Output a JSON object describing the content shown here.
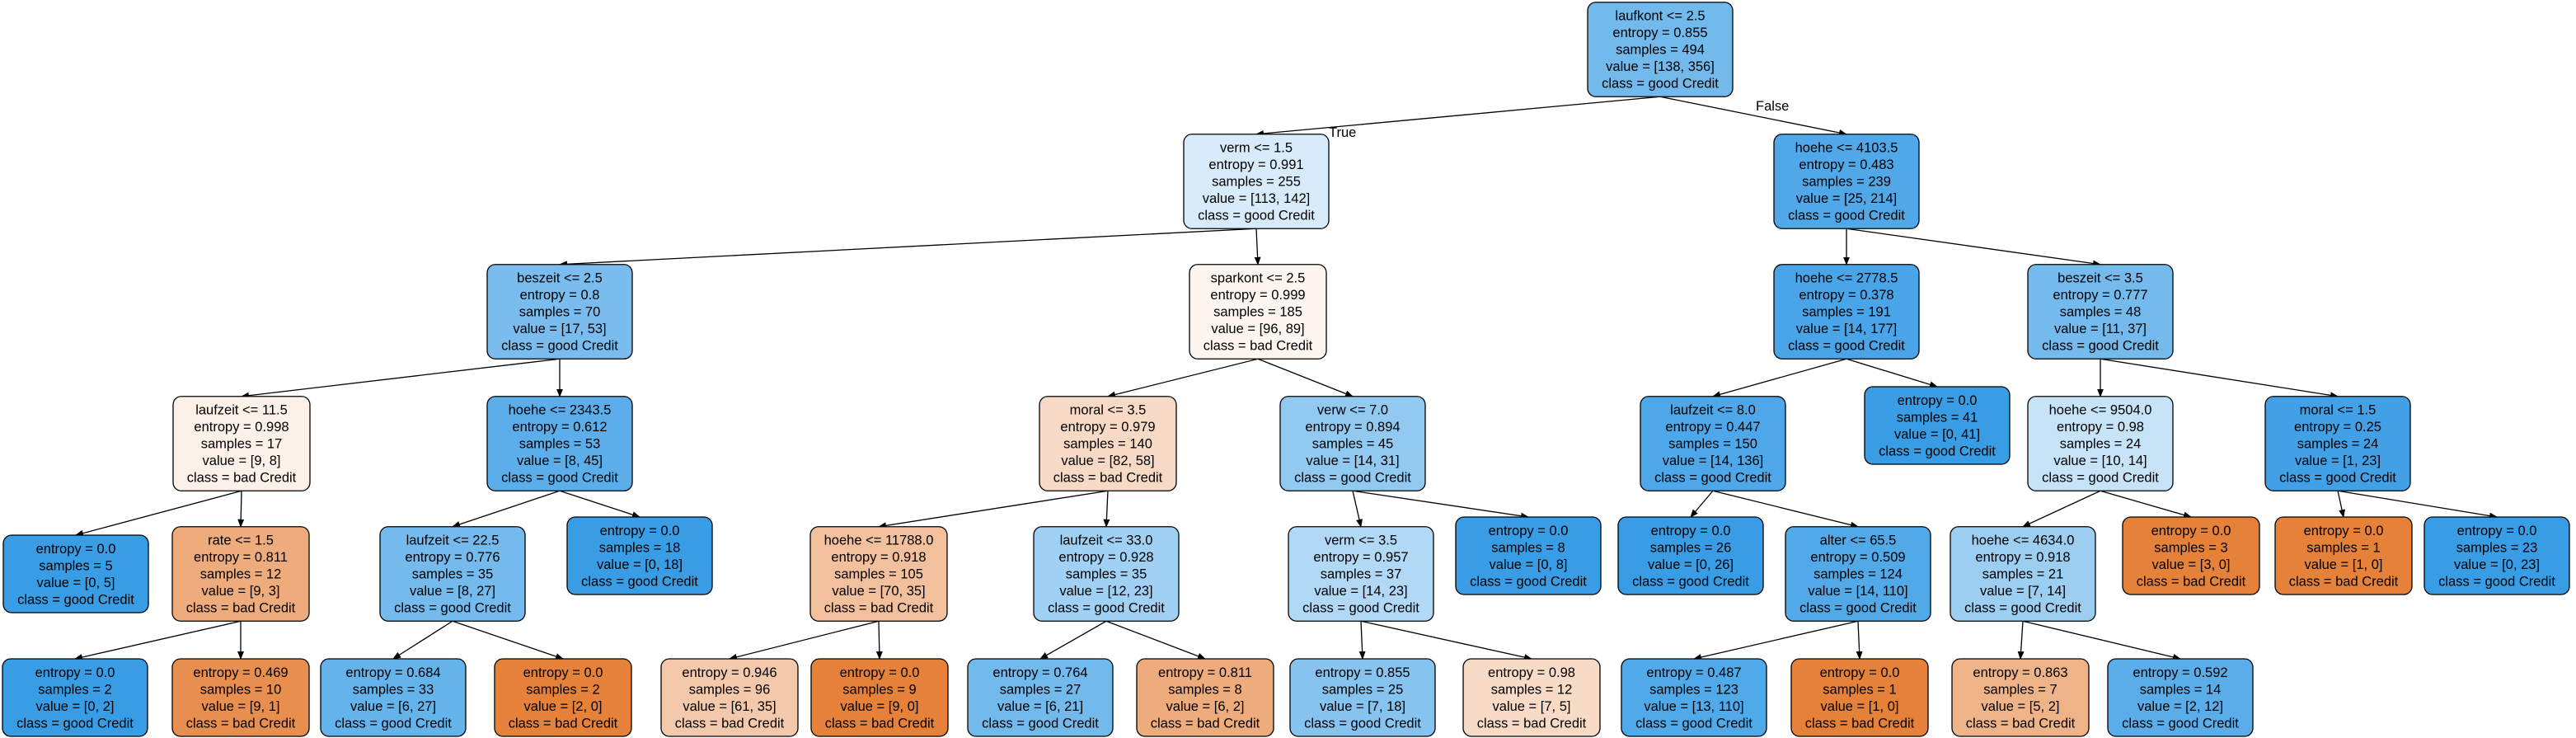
{
  "diagram": {
    "edge_labels": {
      "true_label": "True",
      "false_label": "False"
    },
    "nodes": [
      {
        "id": "n0",
        "lines": [
          "laufkont <= 2.5",
          "entropy = 0.855",
          "samples = 494",
          "value = [138, 356]",
          "class = good Credit"
        ],
        "fill": "#72b9ec"
      },
      {
        "id": "n1",
        "lines": [
          "verm <= 1.5",
          "entropy = 0.991",
          "samples = 255",
          "value = [113, 142]",
          "class = good Credit"
        ],
        "fill": "#d7ebfa"
      },
      {
        "id": "n2",
        "lines": [
          "hoehe <= 4103.5",
          "entropy = 0.483",
          "samples = 239",
          "value = [25, 214]",
          "class = good Credit"
        ],
        "fill": "#50a8e8"
      },
      {
        "id": "n3",
        "lines": [
          "beszeit <= 2.5",
          "entropy = 0.8",
          "samples = 70",
          "value = [17, 53]",
          "class = good Credit"
        ],
        "fill": "#79bced"
      },
      {
        "id": "n4",
        "lines": [
          "sparkont <= 2.5",
          "entropy = 0.999",
          "samples = 185",
          "value = [96, 89]",
          "class = bad Credit"
        ],
        "fill": "#fdf6f0"
      },
      {
        "id": "n5",
        "lines": [
          "hoehe <= 2778.5",
          "entropy = 0.378",
          "samples = 191",
          "value = [14, 177]",
          "class = good Credit"
        ],
        "fill": "#49a5e7"
      },
      {
        "id": "n6",
        "lines": [
          "beszeit <= 3.5",
          "entropy = 0.777",
          "samples = 48",
          "value = [11, 37]",
          "class = good Credit"
        ],
        "fill": "#74baed"
      },
      {
        "id": "n7",
        "lines": [
          "laufzeit <= 11.5",
          "entropy = 0.998",
          "samples = 17",
          "value = [9, 8]",
          "class = bad Credit"
        ],
        "fill": "#fcf1e9"
      },
      {
        "id": "n8",
        "lines": [
          "hoehe <= 2343.5",
          "entropy = 0.612",
          "samples = 53",
          "value = [8, 45]",
          "class = good Credit"
        ],
        "fill": "#5caeea"
      },
      {
        "id": "n9",
        "lines": [
          "moral <= 3.5",
          "entropy = 0.979",
          "samples = 140",
          "value = [82, 58]",
          "class = bad Credit"
        ],
        "fill": "#f7dac5"
      },
      {
        "id": "n10",
        "lines": [
          "verw <= 7.0",
          "entropy = 0.894",
          "samples = 45",
          "value = [14, 31]",
          "class = good Credit"
        ],
        "fill": "#92c9f1"
      },
      {
        "id": "n11",
        "lines": [
          "laufzeit <= 8.0",
          "entropy = 0.447",
          "samples = 150",
          "value = [14, 136]",
          "class = good Credit"
        ],
        "fill": "#4da7e8"
      },
      {
        "id": "n12",
        "lines": [
          "entropy = 0.0",
          "samples = 41",
          "value = [0, 41]",
          "class = good Credit"
        ],
        "fill": "#399de5"
      },
      {
        "id": "n13",
        "lines": [
          "hoehe <= 9504.0",
          "entropy = 0.98",
          "samples = 24",
          "value = [10, 14]",
          "class = good Credit"
        ],
        "fill": "#c6e3f8"
      },
      {
        "id": "n14",
        "lines": [
          "moral <= 1.5",
          "entropy = 0.25",
          "samples = 24",
          "value = [1, 23]",
          "class = good Credit"
        ],
        "fill": "#42a1e6"
      },
      {
        "id": "n15",
        "lines": [
          "entropy = 0.0",
          "samples = 5",
          "value = [0, 5]",
          "class = good Credit"
        ],
        "fill": "#399de5"
      },
      {
        "id": "n16",
        "lines": [
          "rate <= 1.5",
          "entropy = 0.811",
          "samples = 12",
          "value = [9, 3]",
          "class = bad Credit"
        ],
        "fill": "#eeab7b"
      },
      {
        "id": "n17",
        "lines": [
          "laufzeit <= 22.5",
          "entropy = 0.776",
          "samples = 35",
          "value = [8, 27]",
          "class = good Credit"
        ],
        "fill": "#74baed"
      },
      {
        "id": "n18",
        "lines": [
          "entropy = 0.0",
          "samples = 18",
          "value = [0, 18]",
          "class = good Credit"
        ],
        "fill": "#399de5"
      },
      {
        "id": "n19",
        "lines": [
          "hoehe <= 11788.0",
          "entropy = 0.918",
          "samples = 105",
          "value = [70, 35]",
          "class = bad Credit"
        ],
        "fill": "#f2c09c"
      },
      {
        "id": "n20",
        "lines": [
          "laufzeit <= 33.0",
          "entropy = 0.928",
          "samples = 35",
          "value = [12, 23]",
          "class = good Credit"
        ],
        "fill": "#a0d0f3"
      },
      {
        "id": "n21",
        "lines": [
          "verm <= 3.5",
          "entropy = 0.957",
          "samples = 37",
          "value = [14, 23]",
          "class = good Credit"
        ],
        "fill": "#b1d8f5"
      },
      {
        "id": "n22",
        "lines": [
          "entropy = 0.0",
          "samples = 8",
          "value = [0, 8]",
          "class = good Credit"
        ],
        "fill": "#399de5"
      },
      {
        "id": "n23",
        "lines": [
          "entropy = 0.0",
          "samples = 26",
          "value = [0, 26]",
          "class = good Credit"
        ],
        "fill": "#399de5"
      },
      {
        "id": "n24",
        "lines": [
          "alter <= 65.5",
          "entropy = 0.509",
          "samples = 124",
          "value = [14, 110]",
          "class = good Credit"
        ],
        "fill": "#52a9e8"
      },
      {
        "id": "n25",
        "lines": [
          "hoehe <= 4634.0",
          "entropy = 0.918",
          "samples = 21",
          "value = [7, 14]",
          "class = good Credit"
        ],
        "fill": "#9ccef2"
      },
      {
        "id": "n26",
        "lines": [
          "entropy = 0.0",
          "samples = 3",
          "value = [3, 0]",
          "class = bad Credit"
        ],
        "fill": "#e58139"
      },
      {
        "id": "n27",
        "lines": [
          "entropy = 0.0",
          "samples = 1",
          "value = [1, 0]",
          "class = bad Credit"
        ],
        "fill": "#e58139"
      },
      {
        "id": "n28",
        "lines": [
          "entropy = 0.0",
          "samples = 23",
          "value = [0, 23]",
          "class = good Credit"
        ],
        "fill": "#399de5"
      },
      {
        "id": "n29",
        "lines": [
          "entropy = 0.0",
          "samples = 2",
          "value = [0, 2]",
          "class = good Credit"
        ],
        "fill": "#399de5"
      },
      {
        "id": "n30",
        "lines": [
          "entropy = 0.469",
          "samples = 10",
          "value = [9, 1]",
          "class = bad Credit"
        ],
        "fill": "#e88f4f"
      },
      {
        "id": "n31",
        "lines": [
          "entropy = 0.684",
          "samples = 33",
          "value = [6, 27]",
          "class = good Credit"
        ],
        "fill": "#65b3eb"
      },
      {
        "id": "n32",
        "lines": [
          "entropy = 0.0",
          "samples = 2",
          "value = [2, 0]",
          "class = bad Credit"
        ],
        "fill": "#e58139"
      },
      {
        "id": "n33",
        "lines": [
          "entropy = 0.946",
          "samples = 96",
          "value = [61, 35]",
          "class = bad Credit"
        ],
        "fill": "#f4c9ab"
      },
      {
        "id": "n34",
        "lines": [
          "entropy = 0.0",
          "samples = 9",
          "value = [9, 0]",
          "class = bad Credit"
        ],
        "fill": "#e58139"
      },
      {
        "id": "n35",
        "lines": [
          "entropy = 0.764",
          "samples = 27",
          "value = [6, 21]",
          "class = good Credit"
        ],
        "fill": "#72b9ec"
      },
      {
        "id": "n36",
        "lines": [
          "entropy = 0.811",
          "samples = 8",
          "value = [6, 2]",
          "class = bad Credit"
        ],
        "fill": "#eeab7b"
      },
      {
        "id": "n37",
        "lines": [
          "entropy = 0.855",
          "samples = 25",
          "value = [7, 18]",
          "class = good Credit"
        ],
        "fill": "#86c3ef"
      },
      {
        "id": "n38",
        "lines": [
          "entropy = 0.98",
          "samples = 12",
          "value = [7, 5]",
          "class = bad Credit"
        ],
        "fill": "#f8dbc6"
      },
      {
        "id": "n39",
        "lines": [
          "entropy = 0.487",
          "samples = 123",
          "value = [13, 110]",
          "class = good Credit"
        ],
        "fill": "#50a9e8"
      },
      {
        "id": "n40",
        "lines": [
          "entropy = 0.0",
          "samples = 1",
          "value = [1, 0]",
          "class = bad Credit"
        ],
        "fill": "#e58139"
      },
      {
        "id": "n41",
        "lines": [
          "entropy = 0.863",
          "samples = 7",
          "value = [5, 2]",
          "class = bad Credit"
        ],
        "fill": "#efb388"
      },
      {
        "id": "n42",
        "lines": [
          "entropy = 0.592",
          "samples = 14",
          "value = [2, 12]",
          "class = good Credit"
        ],
        "fill": "#5aade9"
      }
    ],
    "edges": [
      [
        "n0",
        "n1"
      ],
      [
        "n0",
        "n2"
      ],
      [
        "n1",
        "n3"
      ],
      [
        "n1",
        "n4"
      ],
      [
        "n2",
        "n5"
      ],
      [
        "n2",
        "n6"
      ],
      [
        "n3",
        "n7"
      ],
      [
        "n3",
        "n8"
      ],
      [
        "n4",
        "n9"
      ],
      [
        "n4",
        "n10"
      ],
      [
        "n5",
        "n11"
      ],
      [
        "n5",
        "n12"
      ],
      [
        "n6",
        "n13"
      ],
      [
        "n6",
        "n14"
      ],
      [
        "n7",
        "n15"
      ],
      [
        "n7",
        "n16"
      ],
      [
        "n8",
        "n17"
      ],
      [
        "n8",
        "n18"
      ],
      [
        "n9",
        "n19"
      ],
      [
        "n9",
        "n20"
      ],
      [
        "n10",
        "n21"
      ],
      [
        "n10",
        "n22"
      ],
      [
        "n11",
        "n23"
      ],
      [
        "n11",
        "n24"
      ],
      [
        "n13",
        "n25"
      ],
      [
        "n13",
        "n26"
      ],
      [
        "n14",
        "n27"
      ],
      [
        "n14",
        "n28"
      ],
      [
        "n16",
        "n29"
      ],
      [
        "n16",
        "n30"
      ],
      [
        "n17",
        "n31"
      ],
      [
        "n17",
        "n32"
      ],
      [
        "n19",
        "n33"
      ],
      [
        "n19",
        "n34"
      ],
      [
        "n20",
        "n35"
      ],
      [
        "n20",
        "n36"
      ],
      [
        "n21",
        "n37"
      ],
      [
        "n21",
        "n38"
      ],
      [
        "n24",
        "n39"
      ],
      [
        "n24",
        "n40"
      ],
      [
        "n25",
        "n41"
      ],
      [
        "n25",
        "n42"
      ]
    ]
  }
}
